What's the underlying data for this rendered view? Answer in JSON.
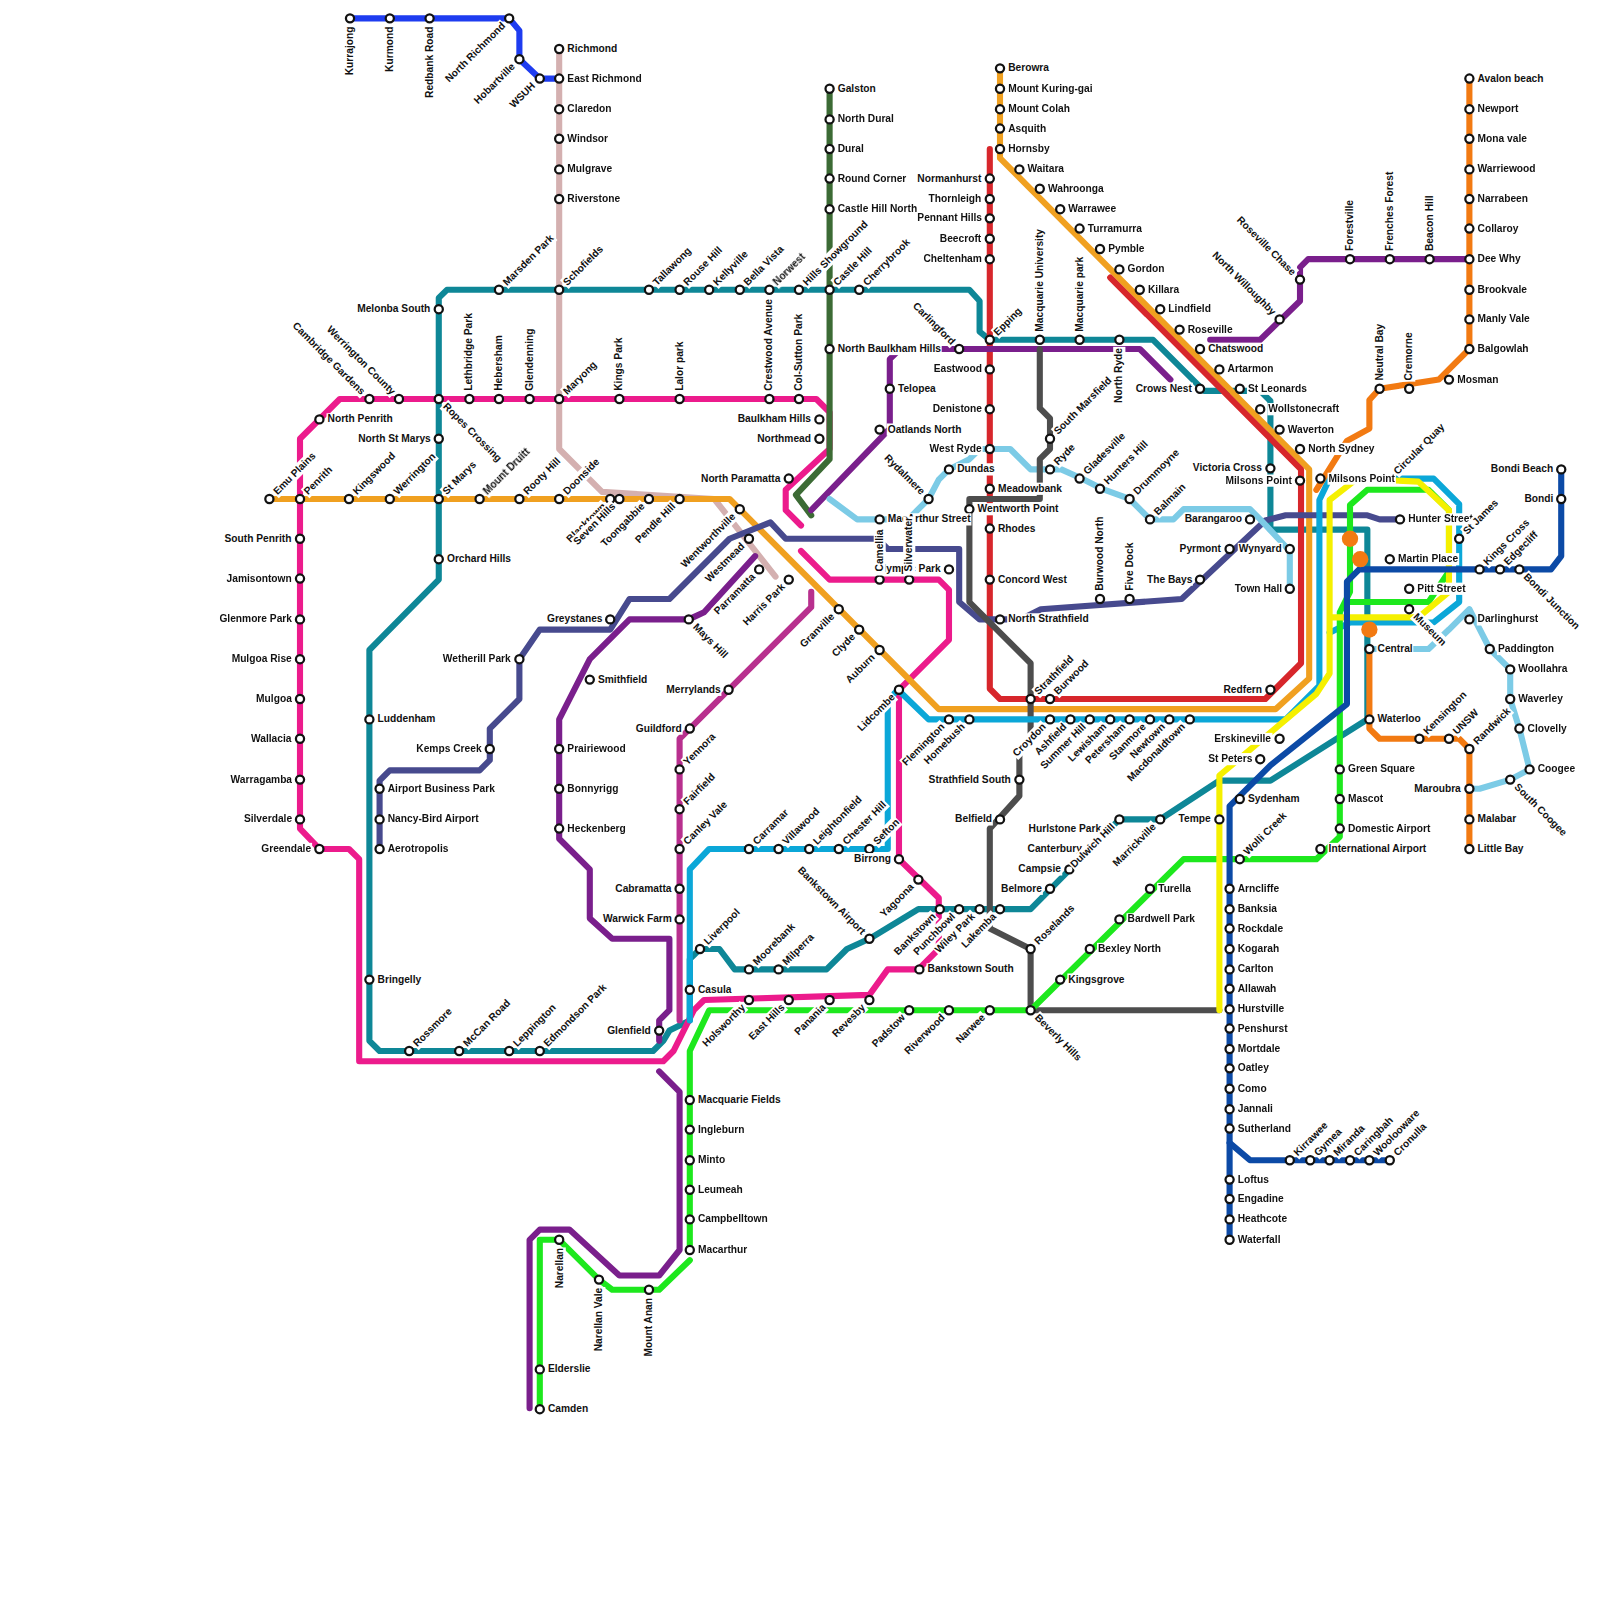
{
  "diagram": {
    "labels": [
      "Kurrajong",
      "Kurmond",
      "Redbank Road",
      "North Richmond",
      "Hobartville",
      "WSUH",
      "Richmond",
      "East Richmond",
      "Claredon",
      "Windsor",
      "Mulgrave",
      "Riverstone",
      "Melonba South",
      "Marsden Park",
      "Schofields",
      "Tallawong",
      "Rouse Hill",
      "Kellyville",
      "Bella Vista",
      "Norwest",
      "Hills Showground",
      "Castle Hill",
      "Cherrybrook",
      "Epping",
      "Macquarie University",
      "Macquarie park",
      "North Ryde",
      "Crows Nest",
      "Galston",
      "North Dural",
      "Dural",
      "Round Corner",
      "Castle Hill North",
      "North Baulkham Hills",
      "North Penrith",
      "Cambridge Gardens",
      "Werrington County",
      "Ropes Crossing",
      "Lethbridge Park",
      "Hebersham",
      "Glendenning",
      "Maryong",
      "Kings Park",
      "Lalor park",
      "Crestwood Avenue",
      "Col-Sutton Park",
      "Baulkham Hills",
      "Northmead",
      "North Paramatta",
      "North St Marys",
      "St Marys",
      "Orchard Hills",
      "Luddenham",
      "Airport Business Park",
      "Nancy-Bird Airport",
      "Aerotropolis",
      "Bringelly",
      "Rossmore",
      "McCan Road",
      "Leppington",
      "Edmondson Park",
      "Glenfield",
      "Penrith",
      "Emu Plains",
      "South Penrith",
      "Jamisontown",
      "Glenmore Park",
      "Mulgoa Rise",
      "Mulgoa",
      "Wallacia",
      "Warragamba",
      "Silverdale",
      "Greendale",
      "Kingswood",
      "Werrington",
      "Mount Druitt",
      "Rooty Hill",
      "Doonside",
      "Blacktown",
      "Seven Hills",
      "Toongabbie",
      "Pendle Hill",
      "Wentworthville",
      "Westmead",
      "Parramatta",
      "Harris Park",
      "Granville",
      "Clyde",
      "Auburn",
      "Lidcombe",
      "Flemington",
      "Homebush",
      "Strathfield",
      "Burwood",
      "Croydon",
      "Ashfield",
      "Summer Hill",
      "Lewisham",
      "Petersham",
      "Stanmore",
      "Newtown",
      "Macdonaldtown",
      "Redfern",
      "Erskineville",
      "St Peters",
      "Berowra",
      "Mount Kuring-gai",
      "Mount Colah",
      "Asquith",
      "Hornsby",
      "Waitara",
      "Wahroonga",
      "Warrawee",
      "Turramurra",
      "Pymble",
      "Gordon",
      "Killara",
      "Lindfield",
      "Roseville",
      "Chatswood",
      "Artarmon",
      "St Leonards",
      "Wollstonecraft",
      "Waverton",
      "North Sydney",
      "Normanhurst",
      "Thornleigh",
      "Pennant Hills",
      "Beecroft",
      "Cheltenham",
      "Eastwood",
      "Denistone",
      "West Ryde",
      "Meadowbank",
      "Rhodes",
      "Concord West",
      "North Strathfield",
      "Oatlands North",
      "Telopea",
      "Carlingford",
      "Roseville Chase",
      "North Willoughby",
      "Forestville",
      "Frenches Forest",
      "Beacon Hill",
      "Mays Hill",
      "Smithfield",
      "Prairiewood",
      "Bonnyrigg",
      "Heckenberg",
      "Merrylands",
      "Guildford",
      "Yennora",
      "Fairfield",
      "Canley Vale",
      "Cabramatta",
      "Warwick Farm",
      "Greystanes",
      "Wetherill Park",
      "Kemps Creek",
      "Burwood North",
      "Five Dock",
      "The Bays",
      "Pyrmont",
      "Hunter Street",
      "MacArthur Street",
      "Rydalmere",
      "Dundas",
      "South Marsfield",
      "Ryde",
      "Gladesville",
      "Hunters Hill",
      "Drummoyne",
      "Balmain",
      "Barangaroo",
      "Darlinghurst",
      "Paddington",
      "Woollahra",
      "Waverley",
      "Clovelly",
      "Coogee",
      "South Coogee",
      "Maroubra",
      "Wentworth Point",
      "Strathfield South",
      "Belfield",
      "Roselands",
      "Beverly Hills",
      "Olympic Park",
      "Camellia",
      "Silverwater",
      "Birrong",
      "Yagoona",
      "Bankstown South",
      "Revesby",
      "Panania",
      "East Hills",
      "Holsworthy",
      "Casula",
      "Liverpool",
      "Moorebank",
      "Milperra",
      "Bankstown Airport",
      "Bankstown",
      "Punchbowl",
      "Wiley Park",
      "Lakemba",
      "Belmore",
      "Campsie",
      "Canterbury",
      "Hurlstone Park",
      "Dulwich Hill",
      "Marrickville",
      "Carramar",
      "Villawood",
      "Leightonfield",
      "Chester Hill",
      "Sefton",
      "Macquarie Fields",
      "Ingleburn",
      "Minto",
      "Leumeah",
      "Campbelltown",
      "Macarthur",
      "Padstow",
      "Riverwood",
      "Narwee",
      "Kingsgrove",
      "Bexley North",
      "Bardwell Park",
      "Turella",
      "International Airport",
      "Domestic Airport",
      "Mascot",
      "Green Square",
      "Narellan",
      "Narellan Vale",
      "Mount Anan",
      "Elderslie",
      "Camden",
      "Sydenham",
      "Wolli Creek",
      "Tempe",
      "Arncliffe",
      "Banksia",
      "Rockdale",
      "Kogarah",
      "Carlton",
      "Allawah",
      "Hurstville",
      "Penshurst",
      "Mortdale",
      "Oatley",
      "Como",
      "Jannali",
      "Sutherland",
      "Loftus",
      "Engadine",
      "Heathcote",
      "Waterfall",
      "Kirrawee",
      "Gymea",
      "Miranda",
      "Caringbah",
      "Woolooware",
      "Cronulla",
      "Kings Cross",
      "Edgecliff",
      "Bondi Junction",
      "Bondi",
      "Bondi Beach",
      "Avalon beach",
      "Newport",
      "Mona vale",
      "Warriewood",
      "Narrabeen",
      "Collaroy",
      "Dee Why",
      "Brookvale",
      "Manly Vale",
      "Balgowlah",
      "Mosman",
      "Cremorne",
      "Neutral Bay",
      "Waterloo",
      "Kensington",
      "UNSW",
      "Randwick",
      "Malabar",
      "Little Bay",
      "Victoria Cross",
      "Milsons Point",
      "Milsons Point",
      "Circular Quay",
      "Wynyard",
      "Martin Place",
      "Town Hall",
      "Pitt Street",
      "Museum",
      "St James",
      "Central"
    ]
  }
}
